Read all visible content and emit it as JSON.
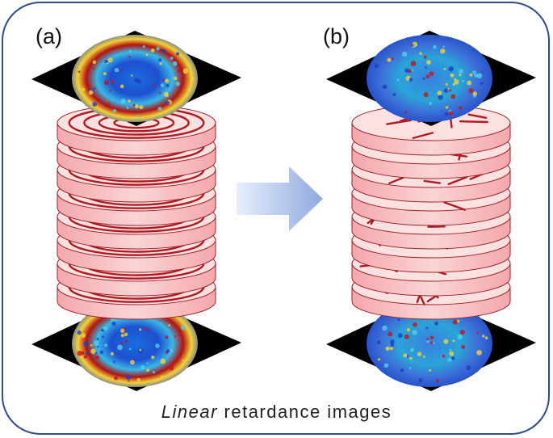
{
  "panels": [
    {
      "label": "(a)",
      "pattern": "concentric-rings"
    },
    {
      "label": "(b)",
      "pattern": "random-fibers"
    }
  ],
  "caption": {
    "emphasis": "Linear",
    "rest": " retardance images"
  },
  "colors": {
    "frame": "#2f4a8a",
    "disk_fill": "#fde0e0",
    "disk_side": "#f7b9bb",
    "disk_outline": "#9a1f25",
    "stroke_red": "#b01a22",
    "plate": "#000000",
    "arrow": "#a9bde6"
  },
  "disk_count": 8,
  "icons": [
    "retardance-map-icon",
    "arrow-right-icon"
  ]
}
